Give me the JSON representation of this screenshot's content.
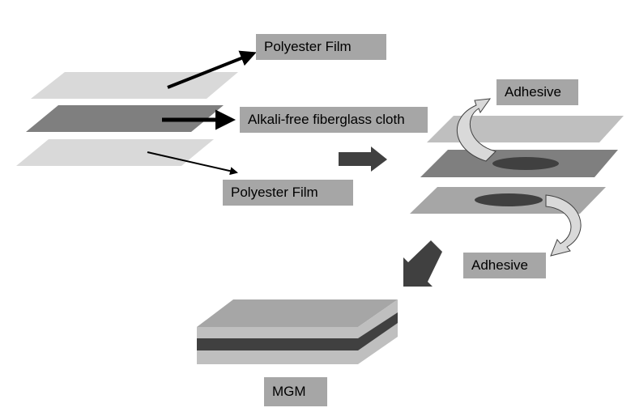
{
  "labels": {
    "top_film": "Polyester Film",
    "cloth": "Alkali-free fiberglass cloth",
    "bottom_film": "Polyester Film",
    "adhesive_top": "Adhesive",
    "adhesive_bottom": "Adhesive",
    "product": "MGM"
  },
  "colors": {
    "film": "#d9d9d9",
    "film_right": "#bfbfbf",
    "cloth": "#7f7f7f",
    "adhesive_spot": "#404040",
    "label_bg": "#a6a6a6",
    "block_arrow": "#404040",
    "curved_arrow": "#d9d9d9",
    "block_top": "#a6a6a6",
    "block_face": "#bfbfbf",
    "block_core": "#404040"
  }
}
